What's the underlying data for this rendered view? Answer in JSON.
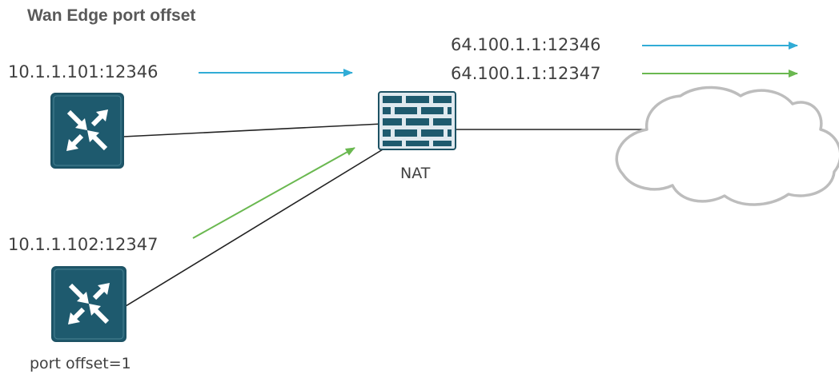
{
  "title": "Wan Edge port offset",
  "labels": {
    "router1_addr": "10.1.1.101:12346",
    "router2_addr": "10.1.1.102:12347",
    "nat_out1": "64.100.1.1:12346",
    "nat_out2": "64.100.1.1:12347",
    "nat": "NAT",
    "port_offset": "port offset=1"
  },
  "icons": {
    "router1": "router-icon",
    "router2": "router-icon",
    "firewall": "firewall-icon",
    "cloud": "cloud-icon"
  },
  "colors": {
    "flow1": "#31acd6",
    "flow2": "#6ab850",
    "device": "#1e5a6e",
    "device_border": "#1d5264",
    "firewall_bg": "#dfe9ef",
    "link": "#222222",
    "cloud_stroke": "#bdbdbd"
  }
}
